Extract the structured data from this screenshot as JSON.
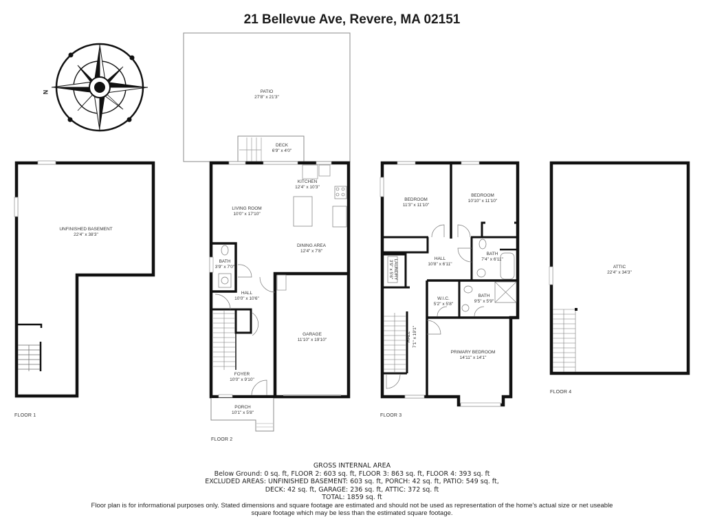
{
  "header": {
    "title": "21 Bellevue Ave, Revere, MA 02151"
  },
  "compass": {
    "icon": "compass-rose-icon",
    "north_label": "N"
  },
  "floors": [
    {
      "label": "FLOOR 1",
      "rooms": [
        {
          "name": "UNFINISHED BASEMENT",
          "dim": "22'4\" x 38'3\""
        }
      ]
    },
    {
      "label": "FLOOR 2",
      "rooms": [
        {
          "name": "PATIO",
          "dim": "27'8\" x 21'3\""
        },
        {
          "name": "DECK",
          "dim": "6'9\" x 4'0\""
        },
        {
          "name": "KITCHEN",
          "dim": "12'4\" x 10'3\""
        },
        {
          "name": "LIVING ROOM",
          "dim": "10'0\" x 17'10\""
        },
        {
          "name": "DINING AREA",
          "dim": "12'4\" x 7'8\""
        },
        {
          "name": "BATH",
          "dim": "3'9\" x 7'0\""
        },
        {
          "name": "HALL",
          "dim": "10'0\" x 10'6\""
        },
        {
          "name": "GARAGE",
          "dim": "11'10\" x 19'10\""
        },
        {
          "name": "FOYER",
          "dim": "10'0\" x 9'10\""
        },
        {
          "name": "PORCH",
          "dim": "10'1\" x 5'8\""
        }
      ]
    },
    {
      "label": "FLOOR 3",
      "rooms": [
        {
          "name": "BEDROOM",
          "dim": "11'3\" x 11'10\""
        },
        {
          "name": "BEDROOM",
          "dim": "10'10\" x 11'10\""
        },
        {
          "name": "HALL",
          "dim": "10'8\" x 6'11\""
        },
        {
          "name": "BATH",
          "dim": "7'4\" x 6'11\""
        },
        {
          "name": "LAUNDRY",
          "dim": "3'9\" x 5'6\""
        },
        {
          "name": "W.I.C.",
          "dim": "5'2\" x 5'8\""
        },
        {
          "name": "BATH",
          "dim": "9'5\" x 5'9\""
        },
        {
          "name": "HALL",
          "dim": "7'1\" x 19'1\""
        },
        {
          "name": "PRIMARY BEDROOM",
          "dim": "14'11\" x 14'1\""
        }
      ]
    },
    {
      "label": "FLOOR 4",
      "rooms": [
        {
          "name": "ATTIC",
          "dim": "22'4\" x 34'3\""
        }
      ]
    }
  ],
  "footer": {
    "heading": "GROSS INTERNAL AREA",
    "line1": "Below Ground: 0 sq. ft, FLOOR 2: 603 sq. ft, FLOOR 3: 863 sq. ft, FLOOR 4: 393 sq. ft",
    "line2": "EXCLUDED AREAS: UNFINISHED BASEMENT: 603 sq. ft, PORCH: 42 sq. ft, PATIO: 549 sq. ft,",
    "line3": "DECK: 42 sq. ft, GARAGE: 236 sq. ft, ATTIC: 372 sq. ft",
    "total": "TOTAL: 1859 sq. ft",
    "disclaimer1": "Floor plan is for informational purposes only. Stated dimensions and square footage are estimated and should not be used as representation of the home's actual size or net useable",
    "disclaimer2": "square footage which may be less than the estimated square footage."
  }
}
